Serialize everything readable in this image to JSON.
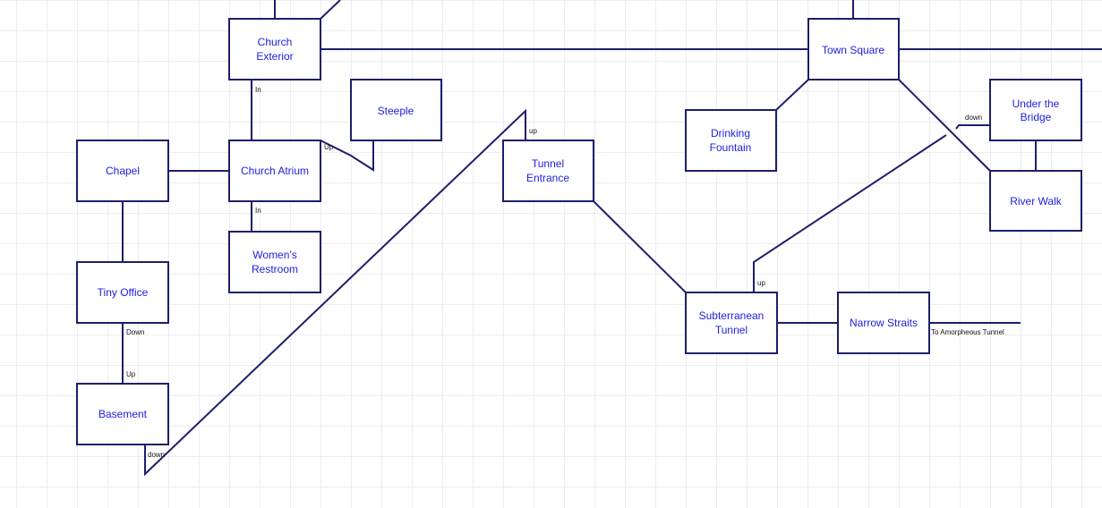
{
  "rooms": [
    {
      "id": "church-exterior",
      "lines": [
        "Church",
        "Exterior"
      ]
    },
    {
      "id": "town-square",
      "lines": [
        "Town Square"
      ]
    },
    {
      "id": "steeple",
      "lines": [
        "Steeple"
      ]
    },
    {
      "id": "chapel",
      "lines": [
        "Chapel"
      ]
    },
    {
      "id": "church-atrium",
      "lines": [
        "Church Atrium"
      ]
    },
    {
      "id": "womens-restroom",
      "lines": [
        "Women's",
        "Restroom"
      ]
    },
    {
      "id": "tiny-office",
      "lines": [
        "Tiny Office"
      ]
    },
    {
      "id": "basement",
      "lines": [
        "Basement"
      ]
    },
    {
      "id": "tunnel-entrance",
      "lines": [
        "Tunnel",
        "Entrance"
      ]
    },
    {
      "id": "drinking-fountain",
      "lines": [
        "Drinking",
        "Fountain"
      ]
    },
    {
      "id": "under-the-bridge",
      "lines": [
        "Under the",
        "Bridge"
      ]
    },
    {
      "id": "river-walk",
      "lines": [
        "River Walk"
      ]
    },
    {
      "id": "subterranean-tunnel",
      "lines": [
        "Subterranean",
        "Tunnel"
      ]
    },
    {
      "id": "narrow-straits",
      "lines": [
        "Narrow Straits"
      ]
    }
  ],
  "connection_labels": {
    "exterior_atrium": "In",
    "atrium_steeple": "Up",
    "atrium_restroom": "In",
    "office_basement_down": "Down",
    "office_basement_up": "Up",
    "basement_tunnel_down": "down",
    "basement_tunnel_up": "up",
    "bridge_down": "down",
    "subterranean_up": "up",
    "amorpheous": "To Amorpheous Tunnel"
  },
  "colors": {
    "line": "#1c1f6b",
    "room_text": "#2020e0",
    "grid": "#ececf4"
  }
}
